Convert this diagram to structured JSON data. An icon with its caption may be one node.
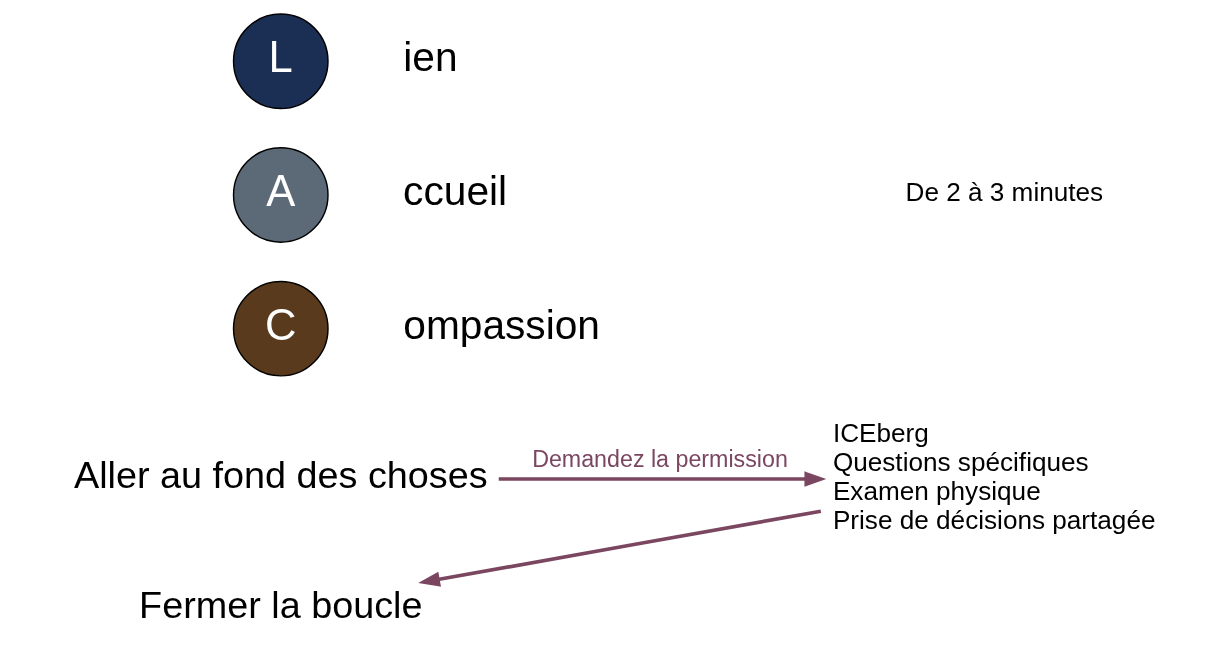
{
  "diagram": {
    "nodes": [
      {
        "text": [
          "L"
        ],
        "beside": [
          "ien"
        ]
      },
      {
        "text": [
          "A"
        ],
        "beside": [
          "ccueil"
        ]
      },
      {
        "text": [
          "C"
        ],
        "beside": [
          "ompassion"
        ]
      },
      {
        "text": [
          "Aller au fond des choses"
        ]
      },
      {
        "text": [
          "ICEberg",
          "Questions spécifiques",
          "Examen physique",
          "Prise de décisions partagée"
        ]
      },
      {
        "text": [
          "Fermer la boucle"
        ]
      }
    ],
    "edges": [
      {
        "from": 3,
        "to": 4,
        "arrow": "to",
        "label": "Demandez la permission"
      },
      {
        "from": 4,
        "to": 5,
        "arrow": "to"
      }
    ],
    "labels": [
      "De 2 à 3 minutes"
    ]
  }
}
